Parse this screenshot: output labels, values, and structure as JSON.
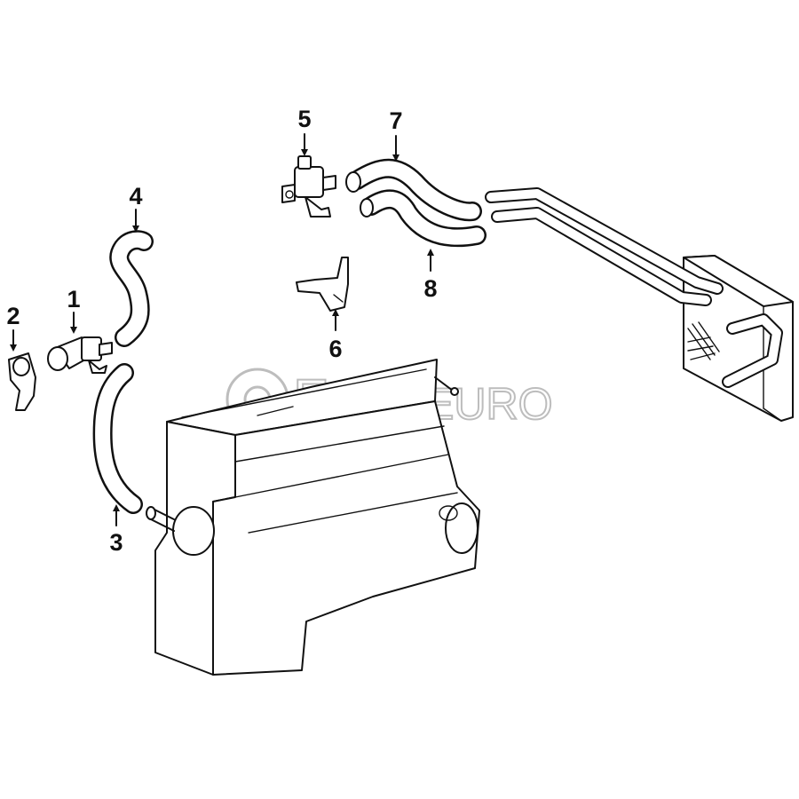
{
  "watermark": {
    "brand_main": "FCP",
    "brand_suffix": "EURO",
    "color": "#bdbdbd"
  },
  "callouts": [
    {
      "id": "1",
      "label": "1"
    },
    {
      "id": "2",
      "label": "2"
    },
    {
      "id": "3",
      "label": "3"
    },
    {
      "id": "4",
      "label": "4"
    },
    {
      "id": "5",
      "label": "5"
    },
    {
      "id": "6",
      "label": "6"
    },
    {
      "id": "7",
      "label": "7"
    },
    {
      "id": "8",
      "label": "8"
    }
  ],
  "colors": {
    "line": "#111111",
    "background": "#ffffff"
  }
}
